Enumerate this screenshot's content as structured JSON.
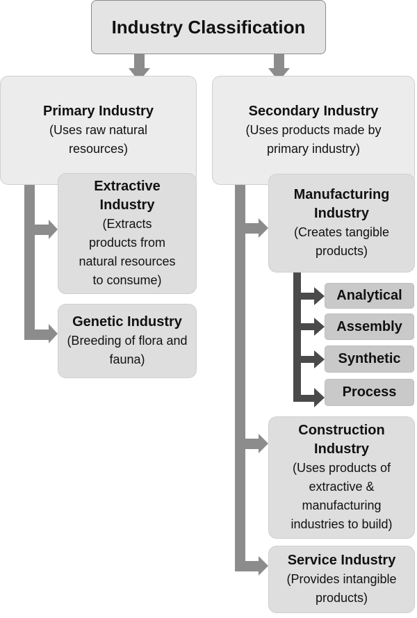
{
  "title": "Industry Classification",
  "primary": {
    "name": "Primary Industry",
    "desc": "(Uses raw natural resources)"
  },
  "secondary": {
    "name": "Secondary Industry",
    "desc": "(Uses products made by primary industry)"
  },
  "extractive": {
    "name": "Extractive Industry",
    "desc": "(Extracts products from natural resources to consume)"
  },
  "genetic": {
    "name": "Genetic Industry",
    "desc": "(Breeding of flora and fauna)"
  },
  "manufacturing": {
    "name": "Manufacturing Industry",
    "desc": "(Creates tangible products)"
  },
  "manufacturing_types": [
    "Analytical",
    "Assembly",
    "Synthetic",
    "Process"
  ],
  "construction": {
    "name": "Construction Industry",
    "desc": "(Uses products of extractive & manufacturing industries to build)"
  },
  "service": {
    "name": "Service Industry",
    "desc": "(Provides intangible products)"
  },
  "colors": {
    "connector": "#8c8c8c",
    "sub_connector": "#4a4a4a"
  }
}
